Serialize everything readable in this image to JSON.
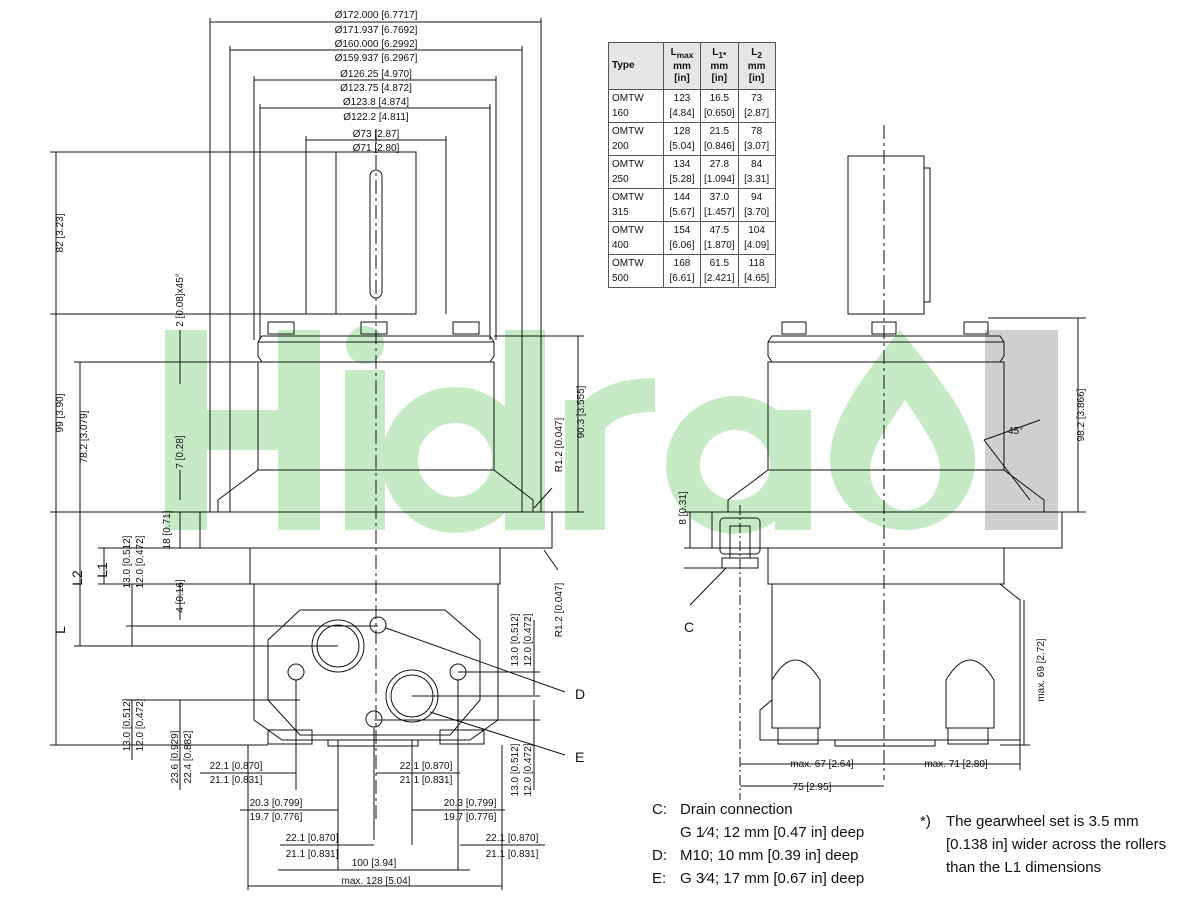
{
  "watermark": {
    "text": "Hidraoil",
    "color_green": "#c6eac6",
    "color_grey": "#cfcfcf"
  },
  "colors": {
    "line": "#111111",
    "table_header_bg": "#e6e6e6"
  },
  "top_dims": [
    "Ø172.000 [6.7717]",
    "Ø171.937 [6.7692]",
    "Ø160.000 [6.2992]",
    "Ø159.937 [6.2967]",
    "Ø126.25 [4.970]",
    "Ø123.75 [4.872]",
    "Ø123.8 [4.874]",
    "Ø122.2 [4.811]",
    "Ø73 [2.87]",
    "Ø71 [2.80]"
  ],
  "left_dims": {
    "d82": "82 [3.23]",
    "d99": "99 [3.90]",
    "d78": "78.2 [3.079]",
    "d2x45": "2 [0.08]x45°",
    "d7": "7 [0.28]",
    "d18": "18 [0.71]",
    "l_total": "L",
    "l2": "L2",
    "l1": "L1",
    "d13a": "13.0 [0.512]",
    "d12a": "12.0 [0.472]",
    "d4": "4 [0.16]",
    "d13b": "13.0 [0.512]",
    "d12b": "12.0 [0.472]",
    "d23_6": "23.6 [0.929]",
    "d22_4": "22.4 [0.882]"
  },
  "right_dims_front": {
    "d90": "90.3 [3.555]",
    "r12a": "R1.2 [0.047]",
    "r12b": "R1.2 [0.047]",
    "d13c": "13.0 [0.512]",
    "d12c": "12.0 [0.472]",
    "d13d": "13.0 [0.512]",
    "d12d": "12.0 [0.472]"
  },
  "bottom_dims": {
    "a1": "22.1 [0.870]",
    "a2": "21.1 [0.831]",
    "b1": "22.1 [0.870]",
    "b2": "21.1 [0.831]",
    "c1": "20.3 [0.799]",
    "c2": "19.7 [0.776]",
    "e1": "20.3 [0.799]",
    "e2": "19.7 [0.776]",
    "f1": "22.1 [0.870]",
    "f2": "21.1 [0.831]",
    "g1": "22.1 [0.870]",
    "g2": "21.1 [0.831]",
    "w100": "100 [3.94]",
    "w128": "max. 128 [5.04]"
  },
  "side_dims": {
    "d98": "98.2 [3.866]",
    "a45": "45°",
    "d8": "8 [0.31]",
    "d69": "max. 69 [2.72]",
    "d67": "max. 67 [2.64]",
    "d71": "max. 71 [2.80]",
    "d75": "75 [2.95]"
  },
  "callouts": {
    "c": "C",
    "d": "D",
    "e": "E"
  },
  "table": {
    "headers": [
      {
        "main": "Type",
        "sub": "",
        "unit1": "",
        "unit2": ""
      },
      {
        "main": "L",
        "sub": "max",
        "unit1": "mm",
        "unit2": "[in]"
      },
      {
        "main": "L",
        "sub": "1*",
        "unit1": "mm",
        "unit2": "[in]"
      },
      {
        "main": "L",
        "sub": "2",
        "unit1": "mm",
        "unit2": "[in]"
      }
    ],
    "rows": [
      {
        "type": "OMTW",
        "size": "160",
        "lmax": "123",
        "lmax_in": "[4.84]",
        "l1": "16.5",
        "l1_in": "[0.650]",
        "l2": "73",
        "l2_in": "[2.87]"
      },
      {
        "type": "OMTW",
        "size": "200",
        "lmax": "128",
        "lmax_in": "[5.04]",
        "l1": "21.5",
        "l1_in": "[0.846]",
        "l2": "78",
        "l2_in": "[3.07]"
      },
      {
        "type": "OMTW",
        "size": "250",
        "lmax": "134",
        "lmax_in": "[5.28]",
        "l1": "27.8",
        "l1_in": "[1.094]",
        "l2": "84",
        "l2_in": "[3.31]"
      },
      {
        "type": "OMTW",
        "size": "315",
        "lmax": "144",
        "lmax_in": "[5.67]",
        "l1": "37.0",
        "l1_in": "[1.457]",
        "l2": "94",
        "l2_in": "[3.70]"
      },
      {
        "type": "OMTW",
        "size": "400",
        "lmax": "154",
        "lmax_in": "[6.06]",
        "l1": "47.5",
        "l1_in": "[1.870]",
        "l2": "104",
        "l2_in": "[4.09]"
      },
      {
        "type": "OMTW",
        "size": "500",
        "lmax": "168",
        "lmax_in": "[6.61]",
        "l1": "61.5",
        "l1_in": "[2.421]",
        "l2": "118",
        "l2_in": "[4.65]"
      }
    ]
  },
  "notes": {
    "c_key": "C:",
    "c_line1": "Drain connection",
    "c_line2": "G 1⁄4; 12 mm [0.47 in] deep",
    "d_key": "D:",
    "d_line": "M10; 10 mm [0.39 in] deep",
    "e_key": "E:",
    "e_line": "G 3⁄4; 17 mm [0.67 in] deep",
    "star_key": "*)",
    "star_text": "The gearwheel set is 3.5 mm [0.138 in] wider across the rollers than the L1 dimensions"
  }
}
